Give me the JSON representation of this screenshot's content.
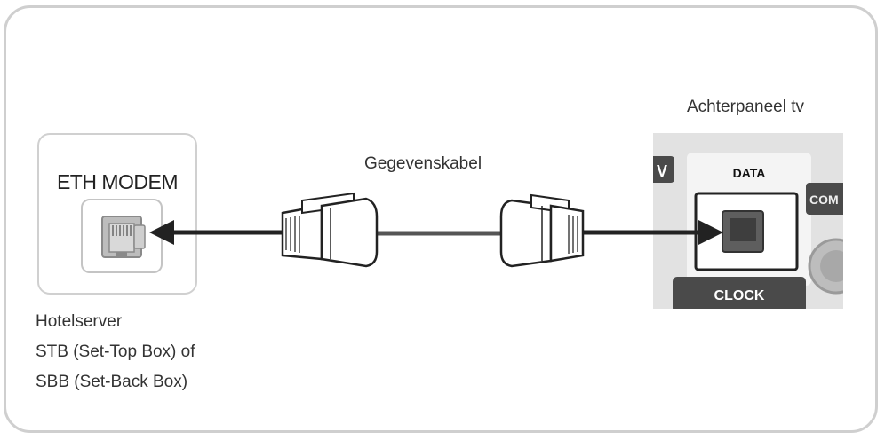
{
  "modem": {
    "title": "ETH MODEM"
  },
  "left_caption": {
    "line1": "Hotelserver",
    "line2": "STB (Set-Top Box) of",
    "line3": "SBB (Set-Back Box)"
  },
  "cable": {
    "label": "Gegevenskabel"
  },
  "tv_panel": {
    "label": "Achterpaneel tv",
    "data_port_label": "DATA",
    "clock_label": "CLOCK",
    "partial_tab_label": "V",
    "partial_right_label": "COM"
  },
  "colors": {
    "arrow": "#222222",
    "frame": "#cfcfcf",
    "panel": "#e2e2e2",
    "dark_tab": "#4a4a4a"
  }
}
